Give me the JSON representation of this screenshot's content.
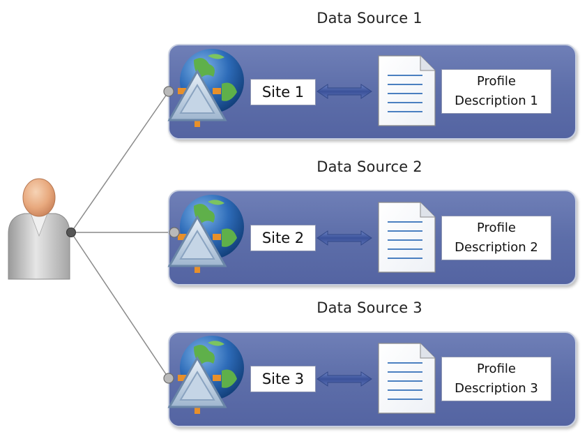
{
  "sources": [
    {
      "title": "Data Source 1",
      "site": "Site 1",
      "profile_line1": "Profile",
      "profile_line2": "Description 1"
    },
    {
      "title": "Data Source 2",
      "site": "Site 2",
      "profile_line1": "Profile",
      "profile_line2": "Description 2"
    },
    {
      "title": "Data Source 3",
      "site": "Site 3",
      "profile_line1": "Profile",
      "profile_line2": "Description 3"
    }
  ],
  "icons": {
    "user": "user-icon",
    "globe": "globe-site-icon",
    "document": "document-icon",
    "link": "bidirectional-arrow-icon"
  },
  "colors": {
    "panel": "#5f70ab",
    "panel_border": "#c8cfe0",
    "connector": "#4a64a8",
    "line": "#8a8a8a"
  }
}
